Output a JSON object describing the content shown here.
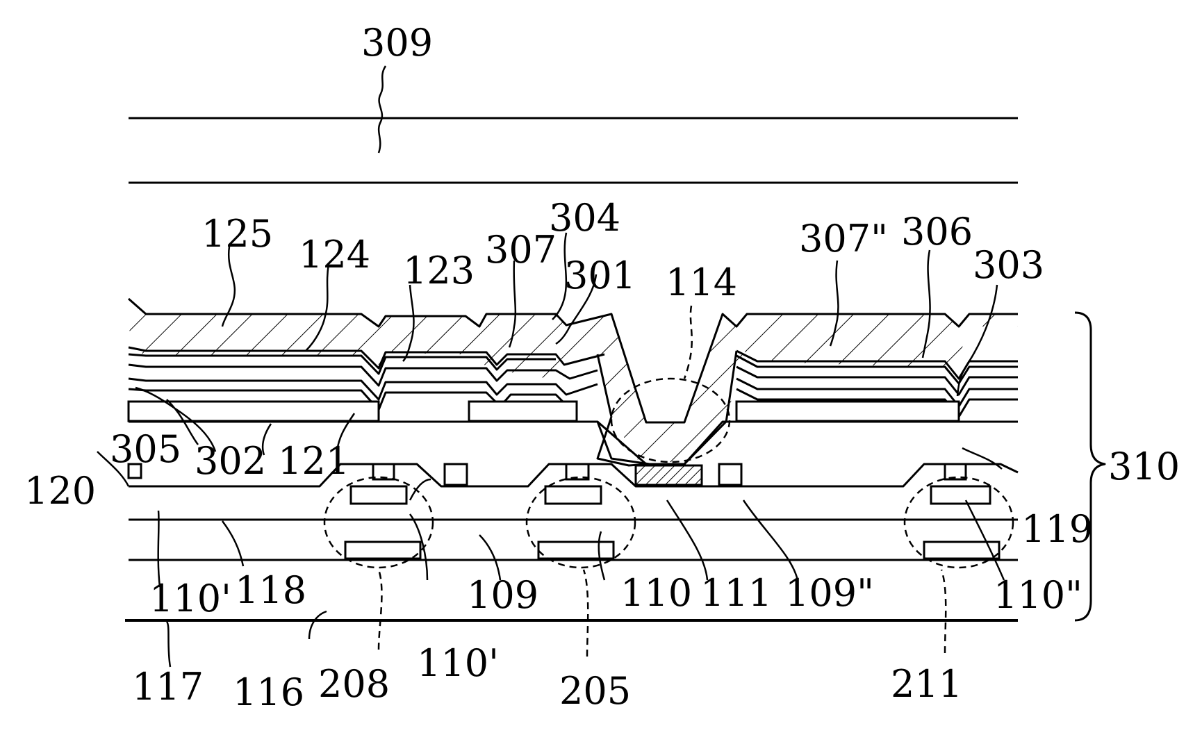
{
  "figure": {
    "labels": {
      "l309": "309",
      "l125": "125",
      "l124": "124",
      "l123": "123",
      "l307": "307",
      "l304": "304",
      "l301": "301",
      "l114": "114",
      "l307pp": "307\"",
      "l306": "306",
      "l303": "303",
      "l310": "310",
      "l120": "120",
      "l305": "305",
      "l302": "302",
      "l121": "121",
      "l119": "119",
      "l110p_a": "110'",
      "l118": "118",
      "l109": "109",
      "l110": "110",
      "l111": "111",
      "l109pp": "109\"",
      "l110pp": "110\"",
      "l117": "117",
      "l116": "116",
      "l208": "208",
      "l110p_b": "110'",
      "l205": "205",
      "l211": "211"
    }
  }
}
